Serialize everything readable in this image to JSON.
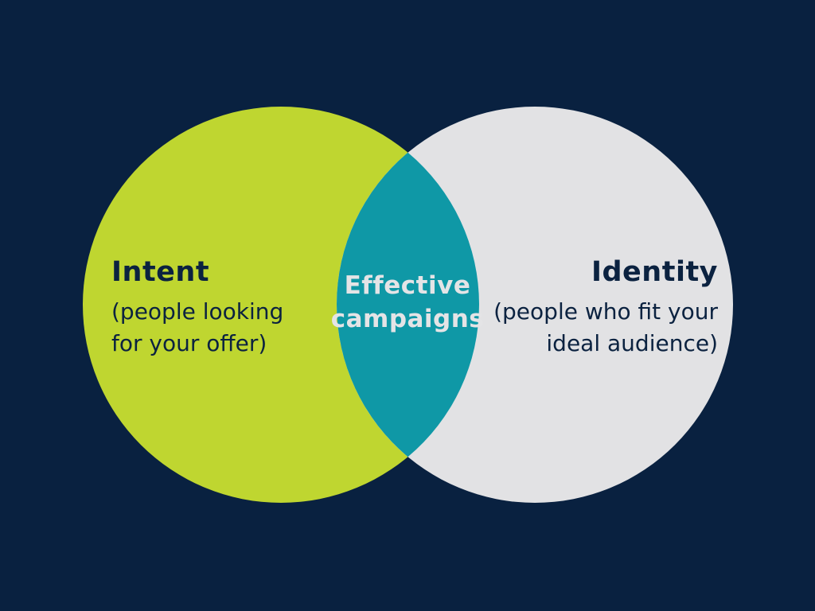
{
  "venn": {
    "left": {
      "label": "Intent",
      "description_line1": "(people looking",
      "description_line2": "for your offer)"
    },
    "right": {
      "label": "Identity",
      "description_line1": "(people who fit your",
      "description_line2": "ideal audience)"
    },
    "overlap": {
      "label_line1": "Effective",
      "label_line2": "campaigns"
    }
  },
  "colors": {
    "background": "#092140",
    "left_circle": "#BFD630",
    "right_circle": "#E2E2E4",
    "overlap": "#0F98A6",
    "text_dark": "#0B2240",
    "text_light": "#E4E4E6"
  }
}
